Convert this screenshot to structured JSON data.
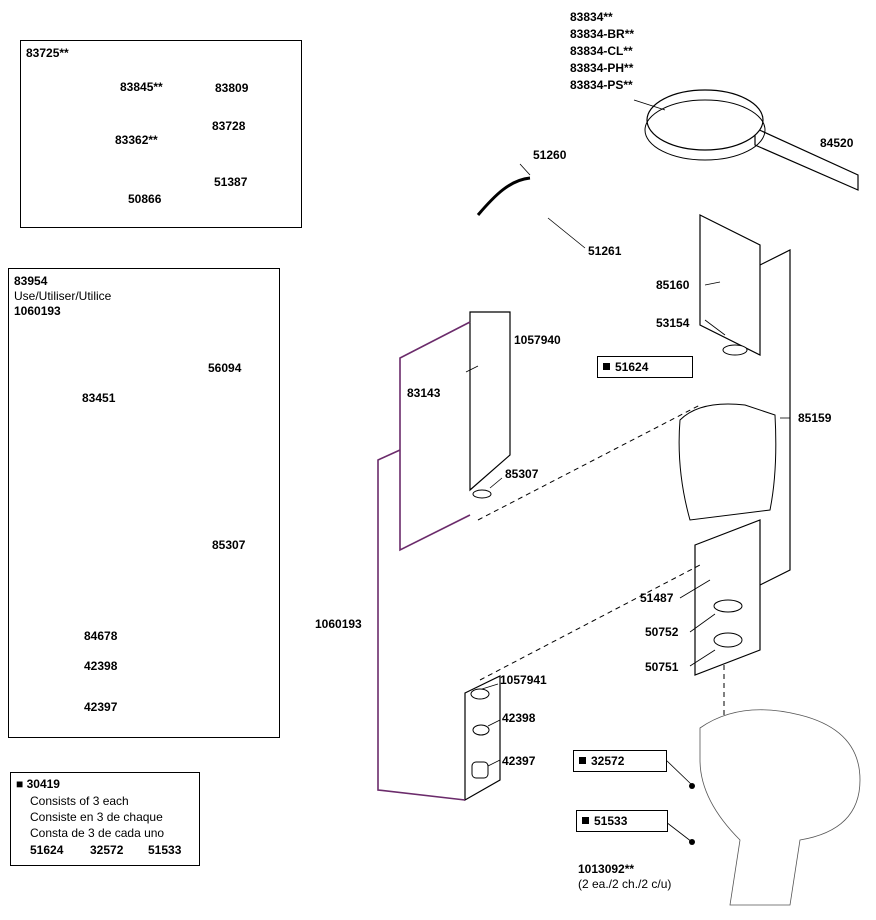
{
  "kit_83725": {
    "title": "83725**",
    "parts": [
      "83845**",
      "83809",
      "83362**",
      "83728",
      "50866",
      "51387"
    ]
  },
  "kit_83954": {
    "line1": "83954",
    "line2": "Use/Utiliser/Utilice",
    "line3": "1060193",
    "parts": [
      "56094",
      "83451",
      "85307",
      "84678",
      "42398",
      "42397"
    ]
  },
  "kit_30419": {
    "title": "30419",
    "desc_en": "Consists of 3 each",
    "desc_fr": "Consiste en 3 de chaque",
    "desc_es": "Consta de 3 de cada uno",
    "items": [
      "51624",
      "32572",
      "51533"
    ]
  },
  "lid": {
    "codes": [
      "83834**",
      "83834-BR**",
      "83834-CL**",
      "83834-PH**",
      "83834-PS**"
    ],
    "hinge": "84520"
  },
  "tube": {
    "hose": "51260",
    "clip": "51261"
  },
  "flush_valve": {
    "valve": "85160",
    "gasket": "53154",
    "tank": "85159"
  },
  "fill_valve": {
    "kit": "1057940",
    "cap": "83143",
    "washer": "85307",
    "assembly": "1060193"
  },
  "callouts": {
    "bolts": "51624",
    "bowl_bolts": "32572",
    "washers": "51533"
  },
  "tank_parts": {
    "spud": "51487",
    "gasket1": "50752",
    "gasket2": "50751"
  },
  "nut_kit": {
    "kit": "1057941",
    "a": "42398",
    "b": "42397"
  },
  "bowl": {
    "code": "1013092**",
    "note": "(2 ea./2 ch./2 c/u)"
  }
}
